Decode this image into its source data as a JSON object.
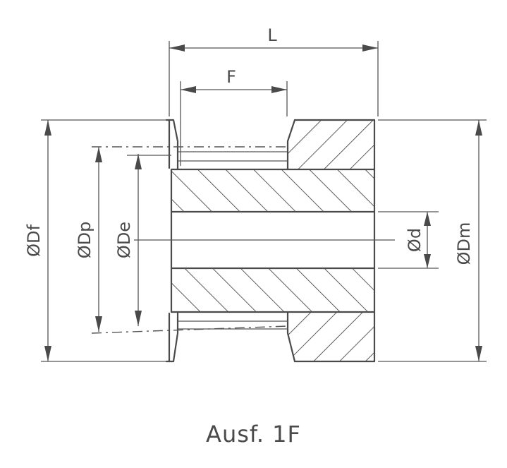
{
  "dimensions": {
    "L": "L",
    "F": "F",
    "Df": "ØDf",
    "Dp": "ØDp",
    "De": "ØDe",
    "d": "Ød",
    "Dm": "ØDm"
  },
  "caption": "Ausf. 1F",
  "colors": {
    "line": "#4a4a4a",
    "background": "#ffffff"
  }
}
